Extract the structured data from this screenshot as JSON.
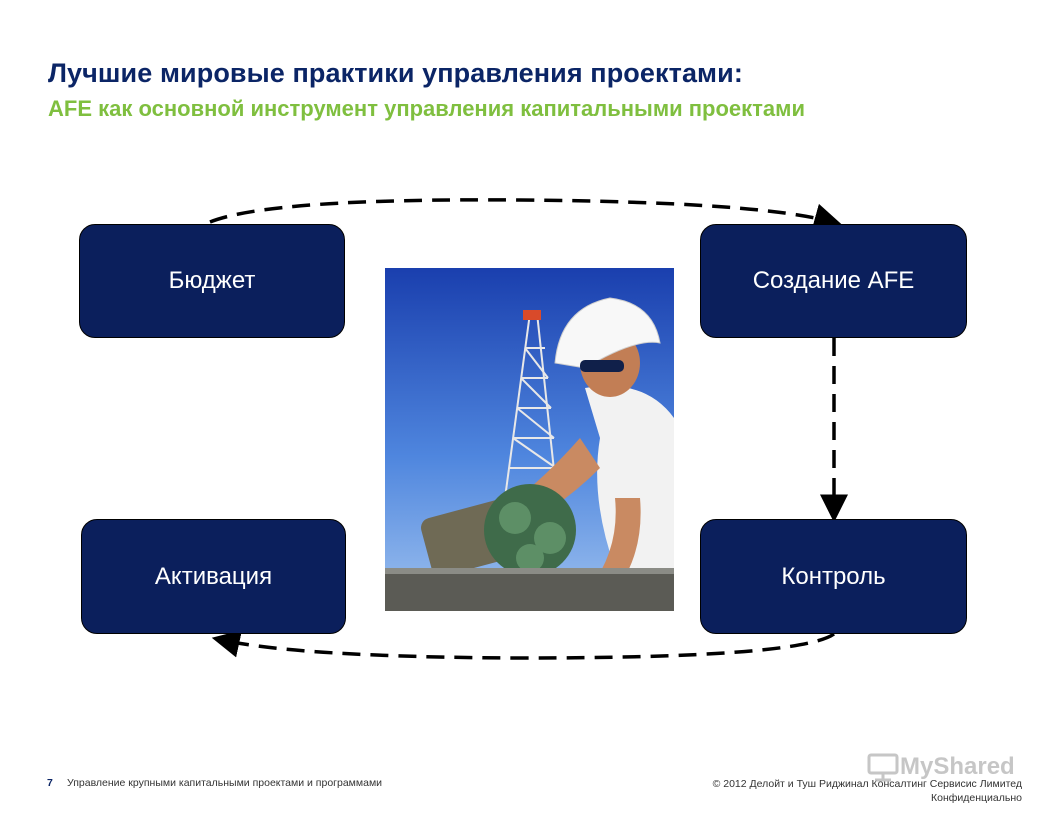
{
  "header": {
    "title": "Лучшие мировые практики управления проектами:",
    "subtitle": "AFE как основной инструмент управления капитальными проектами"
  },
  "cycle": {
    "steps": [
      {
        "label": "Бюджет"
      },
      {
        "label": "Создание AFE"
      },
      {
        "label": "Контроль"
      },
      {
        "label": "Активация"
      }
    ]
  },
  "colors": {
    "title": "#0b2566",
    "subtitle": "#7fbf3f",
    "box_fill": "#0b1f5c"
  },
  "photo": {
    "icon": "oil-worker-drill-bit-photo"
  },
  "footer": {
    "page_number": "7",
    "document_title": "Управление крупными капитальными проектами и программами",
    "copyright": "© 2012 Делойт и Туш Риджинал Консалтинг Сервисис Лимитед",
    "confidential": "Конфиденциально",
    "watermark": "MyShared"
  }
}
